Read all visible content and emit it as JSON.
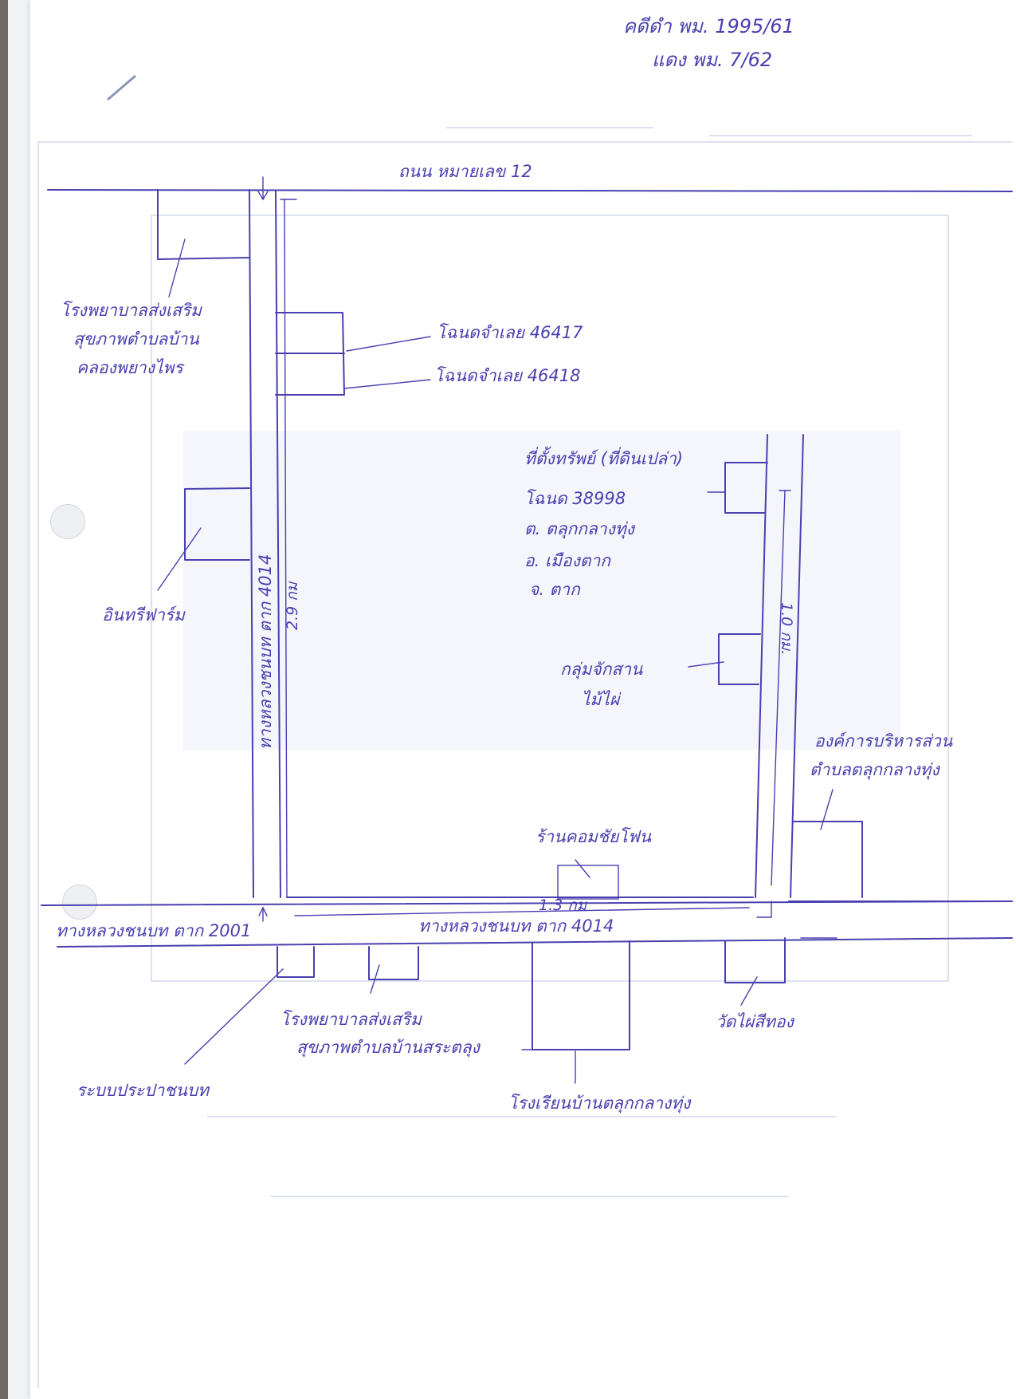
{
  "header": {
    "case_black": "คดีดำ พม. 1995/61",
    "case_red": "แดง พม. 7/62"
  },
  "roads": {
    "top_road": "ถนน หมายเลข 12",
    "left_road": "ทางหลวงชนบท ตาก 4014",
    "left_distance": "2.9 กม",
    "bottom_left_road": "ทางหลวงชนบท ตาก 2001",
    "bottom_road": "ทางหลวงชนบท ตาก 4014",
    "bottom_distance": "1.3 กม",
    "right_distance": "1.0 กม."
  },
  "places": {
    "hospital_top": [
      "โรงพยาบาลส่งเสริม",
      "สุขภาพตำบลบ้าน",
      "คลองพยางไพร"
    ],
    "deed_1": "โฉนดจำเลย 46417",
    "deed_2": "โฉนดจำเลย 46418",
    "property": [
      "ที่ตั้งทรัพย์ (ที่ดินเปล่า)",
      "โฉนด 38998",
      "ต. ตลุกกลางทุ่ง",
      "อ. เมืองตาก",
      "จ. ตาก"
    ],
    "farm": "อินทรีฟาร์ม",
    "weaving": [
      "กลุ่มจักสาน",
      "ไม้ไผ่"
    ],
    "sao": [
      "องค์การบริหารส่วน",
      "ตำบลตลุกกลางทุ่ง"
    ],
    "shop": "ร้านคอมชัยโฟน",
    "hospital_bottom": [
      "โรงพยาบาลส่งเสริม",
      "สุขภาพตำบลบ้านสระตลุง"
    ],
    "water": "ระบบประปาชนบท",
    "school": "โรงเรียนบ้านตลุกกลางทุ่ง",
    "temple": "วัดไผ่สีทอง"
  },
  "colors": {
    "ink": "#4a3fb0",
    "paper": "#ffffff"
  }
}
